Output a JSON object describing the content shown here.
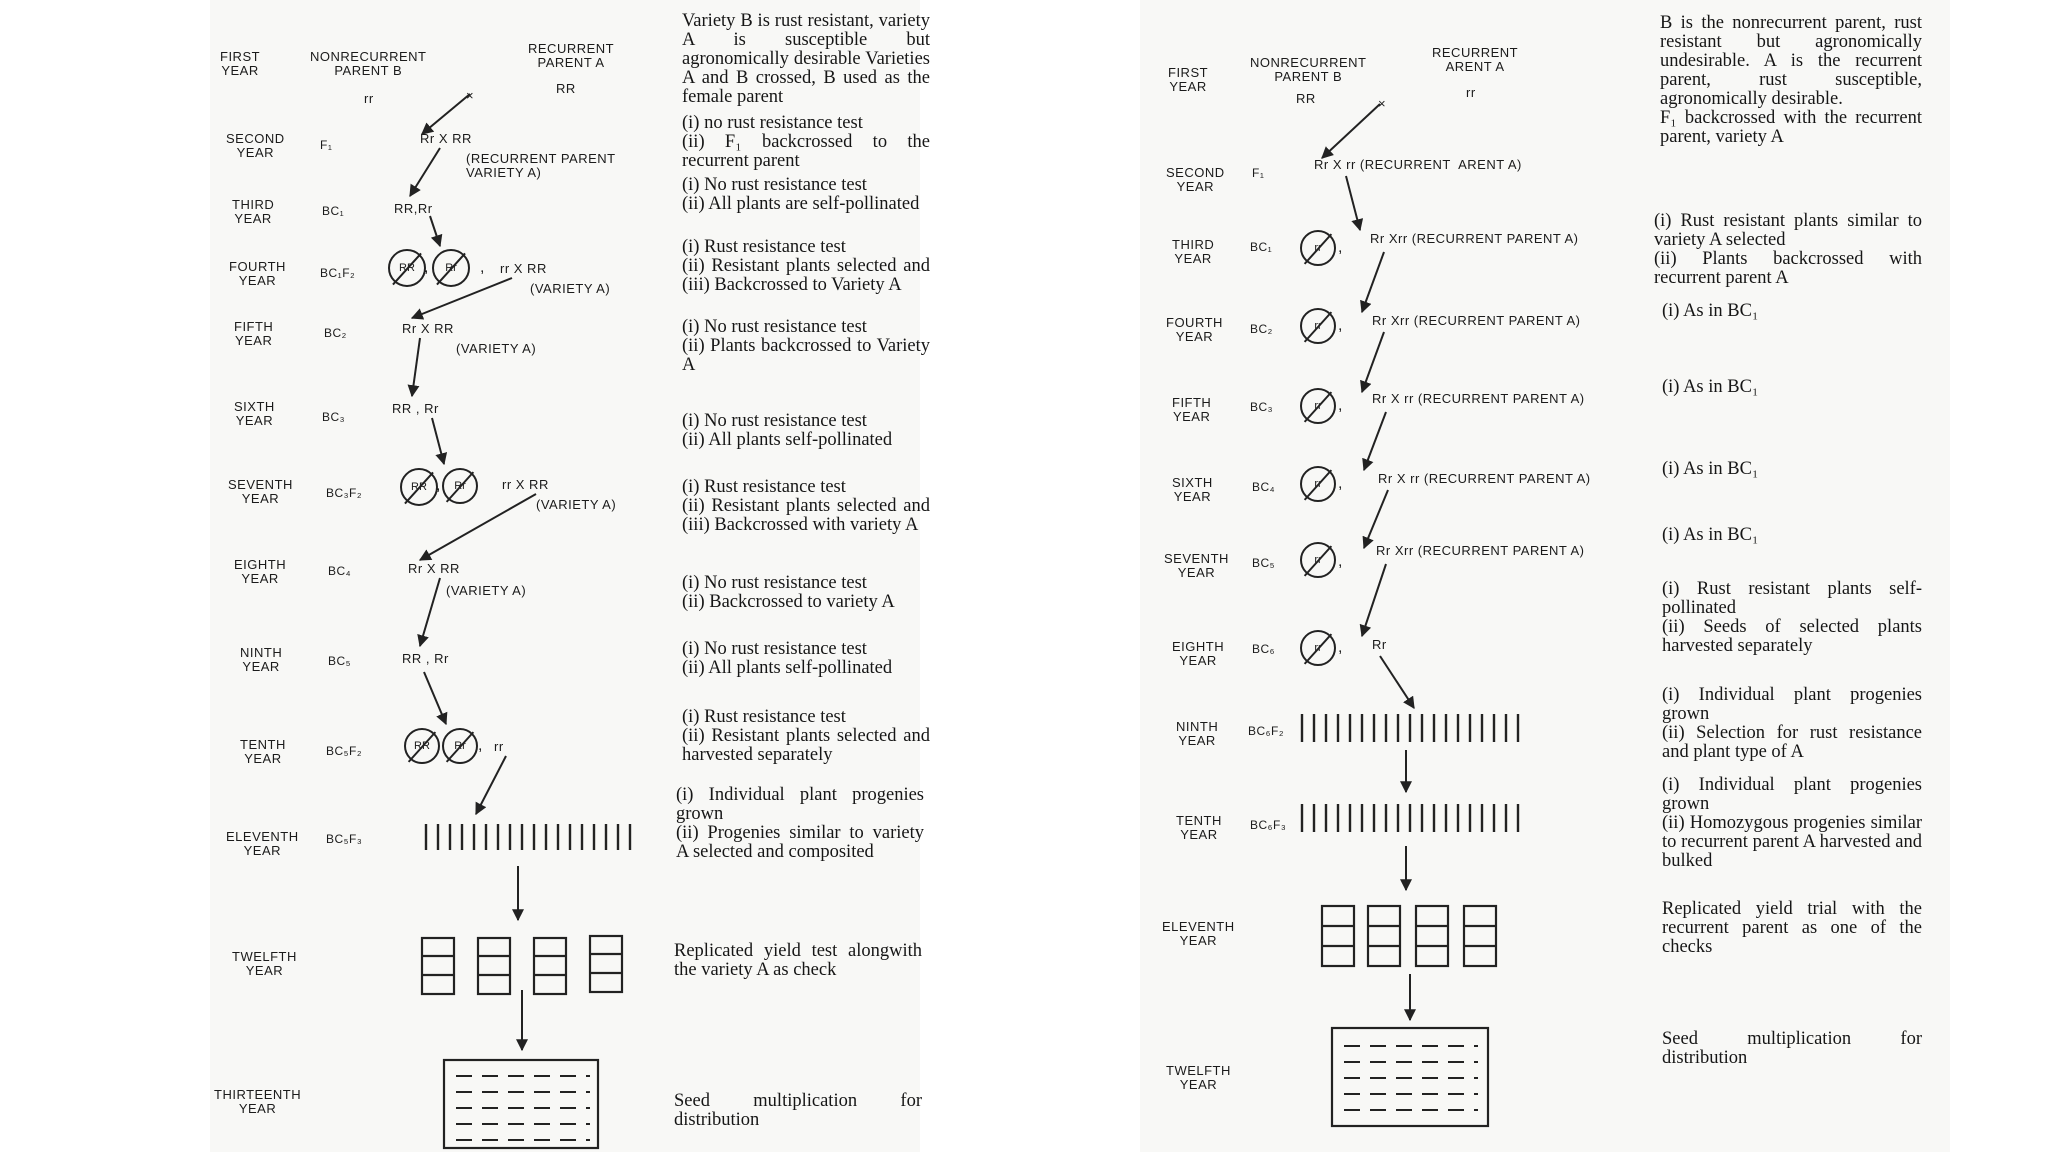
{
  "left": {
    "headers": {
      "first_year": "FIRST\nYEAR",
      "nonrecurrent": "NONRECURRENT\nPARENT B",
      "recurrent": "RECURRENT\nPARENT A",
      "b_genotype": "rr",
      "a_genotype": "RR"
    },
    "rows": [
      {
        "year": "SECOND\nYEAR",
        "gen": "F₁",
        "diagram": "Rr X RR",
        "note": "(i) no rust resistance test\n(ii) F₁ backcrossed to the recurrent parent"
      },
      {
        "year": "THIRD\nYEAR",
        "gen": "BC₁",
        "diagram": "RR,Rr",
        "note": "(i) No rust resistance test\n(ii) All plants are self-pollinated"
      },
      {
        "year": "FOURTH\nYEAR",
        "gen": "BC₁F₂",
        "diagram": "rr X RR",
        "note": "(i) Rust resistance test\n(ii) Resistant plants selected and (iii) Backcrossed to Variety A"
      },
      {
        "year": "FIFTH\nYEAR",
        "gen": "BC₂",
        "diagram": "Rr X RR",
        "note": "(i) No rust resistance test\n(ii) Plants backcrossed to Variety A"
      },
      {
        "year": "SIXTH\nYEAR",
        "gen": "BC₃",
        "diagram": "RR , Rr",
        "note": "(i) No rust resistance test\n(ii) All plants self-pollinated"
      },
      {
        "year": "SEVENTH\nYEAR",
        "gen": "BC₃F₂",
        "diagram": "rr X RR",
        "note": "(i) Rust resistance test\n(ii) Resistant plants selected and (iii) Backcrossed with variety A"
      },
      {
        "year": "EIGHTH\nYEAR",
        "gen": "BC₄",
        "diagram": "Rr X RR",
        "note": "(i) No rust resistance test\n(ii) Backcrossed to variety A"
      },
      {
        "year": "NINTH\nYEAR",
        "gen": "BC₅",
        "diagram": "RR , Rr",
        "note": "(i) No rust resistance test\n(ii) All plants self-pollinated"
      },
      {
        "year": "TENTH\nYEAR",
        "gen": "BC₅F₂",
        "diagram": "rr",
        "note": "(i) Rust resistance test\n(ii) Resistant plants selected and harvested separately"
      },
      {
        "year": "ELEVENTH\nYEAR",
        "gen": "BC₅F₃",
        "diagram": "",
        "note": "(i) Individual plant progenies grown\n(ii) Progenies similar to variety A selected and composited"
      },
      {
        "year": "TWELFTH\nYEAR",
        "gen": "",
        "diagram": "",
        "note": "Replicated yield test alongwith the variety A as check"
      },
      {
        "year": "THIRTEENTH\nYEAR",
        "gen": "",
        "diagram": "",
        "note": "Seed multiplication for distribution"
      }
    ],
    "intro_note": "Variety B is rust resistant, variety A is susceptible but agronomically desirable Varieties A and B crossed, B used as the female parent",
    "side_labels": {
      "recurrent_parent_variety_a": "(RECURRENT PARENT\nVARIETY A)",
      "variety_a": "(VARIETY A)",
      "circle_rr": "RR",
      "circle_rr_het": "Rr"
    }
  },
  "right": {
    "headers": {
      "first_year": "FIRST\nYEAR",
      "nonrecurrent": "NONRECURRENT\nPARENT B",
      "recurrent": "RECURRENT\nARENT A",
      "b_genotype": "RR",
      "a_genotype": "rr"
    },
    "intro_note": "B is the nonrecurrent parent, rust resistant but agronomically undesirable. A is the recurrent parent, rust susceptible, agronomically desirable.\nF₁ backcrossed with the recurrent parent, variety A",
    "rows": [
      {
        "year": "SECOND\nYEAR",
        "gen": "F₁",
        "diagram": "Rr X rr (RECURRENT  ARENT A)",
        "note": ""
      },
      {
        "year": "THIRD\nYEAR",
        "gen": "BC₁",
        "diagram": "Rr Xrr (RECURRENT PARENT A)",
        "note": "(i) Rust resistant plants similar to variety A selected\n(ii) Plants backcrossed with recurrent parent A"
      },
      {
        "year": "FOURTH\nYEAR",
        "gen": "BC₂",
        "diagram": "Rr Xrr (RECURRENT PARENT A)",
        "note": "(i) As in BC₁"
      },
      {
        "year": "FIFTH\nYEAR",
        "gen": "BC₃",
        "diagram": "Rr X rr (RECURRENT PARENT A)",
        "note": "(i) As in BC₁"
      },
      {
        "year": "SIXTH\nYEAR",
        "gen": "BC₄",
        "diagram": "Rr X rr (RECURRENT PARENT A)",
        "note": "(i) As in BC₁"
      },
      {
        "year": "SEVENTH\nYEAR",
        "gen": "BC₅",
        "diagram": "Rr Xrr (RECURRENT PARENT A)",
        "note": "(i) As in BC₁"
      },
      {
        "year": "EIGHTH\nYEAR",
        "gen": "BC₆",
        "diagram": "Rr",
        "note": "(i) Rust resistant plants self-pollinated\n(ii) Seeds of selected plants harvested separately"
      },
      {
        "year": "NINTH\nYEAR",
        "gen": "BC₆F₂",
        "diagram": "",
        "note": "(i) Individual plant progenies grown\n(ii) Selection for rust resistance and plant type of A"
      },
      {
        "year": "TENTH\nYEAR",
        "gen": "BC₆F₃",
        "diagram": "",
        "note": "(i) Individual plant progenies grown\n(ii) Homozygous progenies similar to recurrent parent A harvested and bulked"
      },
      {
        "year": "ELEVENTH\nYEAR",
        "gen": "",
        "diagram": "",
        "note": "Replicated yield trial with the recurrent parent as one of the checks"
      },
      {
        "year": "TWELFTH\nYEAR",
        "gen": "",
        "diagram": "",
        "note": "Seed multiplication for distribution"
      }
    ],
    "circle_rr": "rr"
  }
}
